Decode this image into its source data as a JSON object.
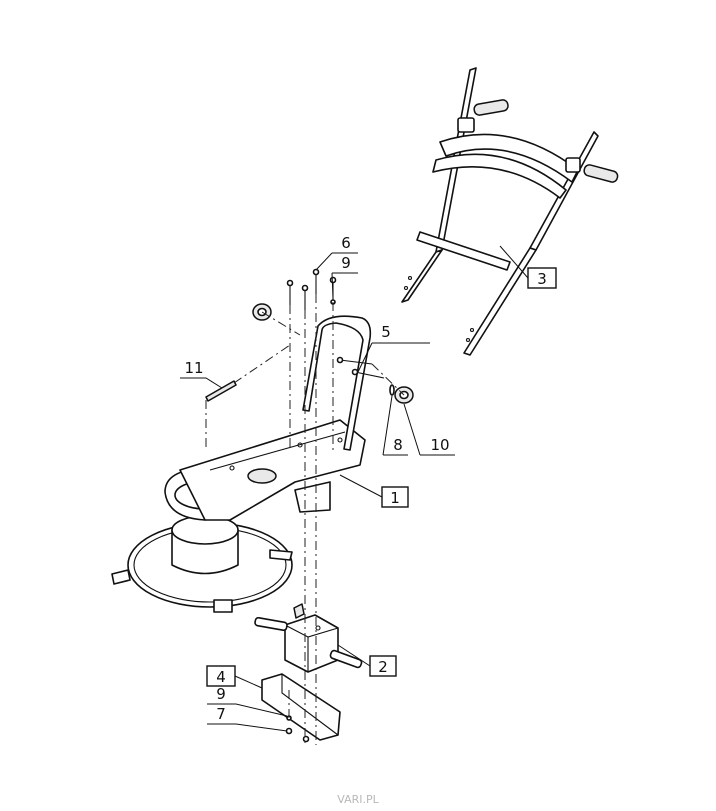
{
  "callouts": [
    {
      "id": "c1",
      "label": "1",
      "boxed": true
    },
    {
      "id": "c2",
      "label": "2",
      "boxed": true
    },
    {
      "id": "c3",
      "label": "3",
      "boxed": true
    },
    {
      "id": "c4",
      "label": "4",
      "boxed": true
    },
    {
      "id": "c5",
      "label": "5",
      "boxed": false
    },
    {
      "id": "c6",
      "label": "6",
      "boxed": false
    },
    {
      "id": "c7",
      "label": "7",
      "boxed": false
    },
    {
      "id": "c8",
      "label": "8",
      "boxed": false
    },
    {
      "id": "c9a",
      "label": "9",
      "boxed": false
    },
    {
      "id": "c9b",
      "label": "9",
      "boxed": false
    },
    {
      "id": "c10",
      "label": "10",
      "boxed": false
    },
    {
      "id": "c11",
      "label": "11",
      "boxed": false
    }
  ],
  "watermark": "VARI.PL"
}
